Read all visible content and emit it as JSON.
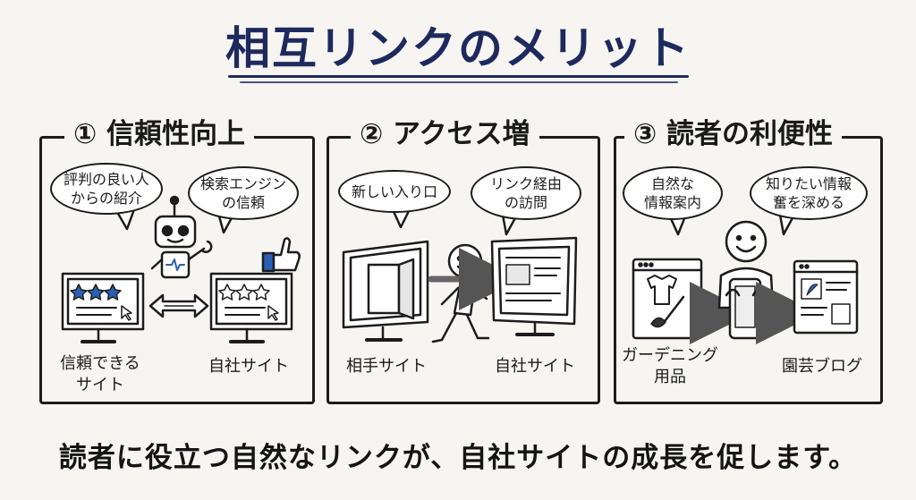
{
  "title": "相互リンクのメリット",
  "panels": [
    {
      "heading": "① 信頼性向上",
      "bubble_left": "評判の良い人\nからの紹介",
      "bubble_right": "検索エンジン\nの信頼",
      "label_left": "信頼できる\nサイト",
      "label_right": "自社サイト"
    },
    {
      "heading": "② アクセス増",
      "bubble_left": "新しい入り口",
      "bubble_right": "リンク経由\nの訪問",
      "label_left": "相手サイト",
      "label_right": "自社サイト"
    },
    {
      "heading": "③ 読者の利便性",
      "bubble_left": "自然な\n情報案内",
      "bubble_right": "知りたい情報\n奮を深める",
      "label_left": "ガーデニング\n用品",
      "label_right": "園芸ブログ"
    }
  ],
  "footer": "読者に役立つ自然なリンクが、自社サイトの成長を促します。"
}
